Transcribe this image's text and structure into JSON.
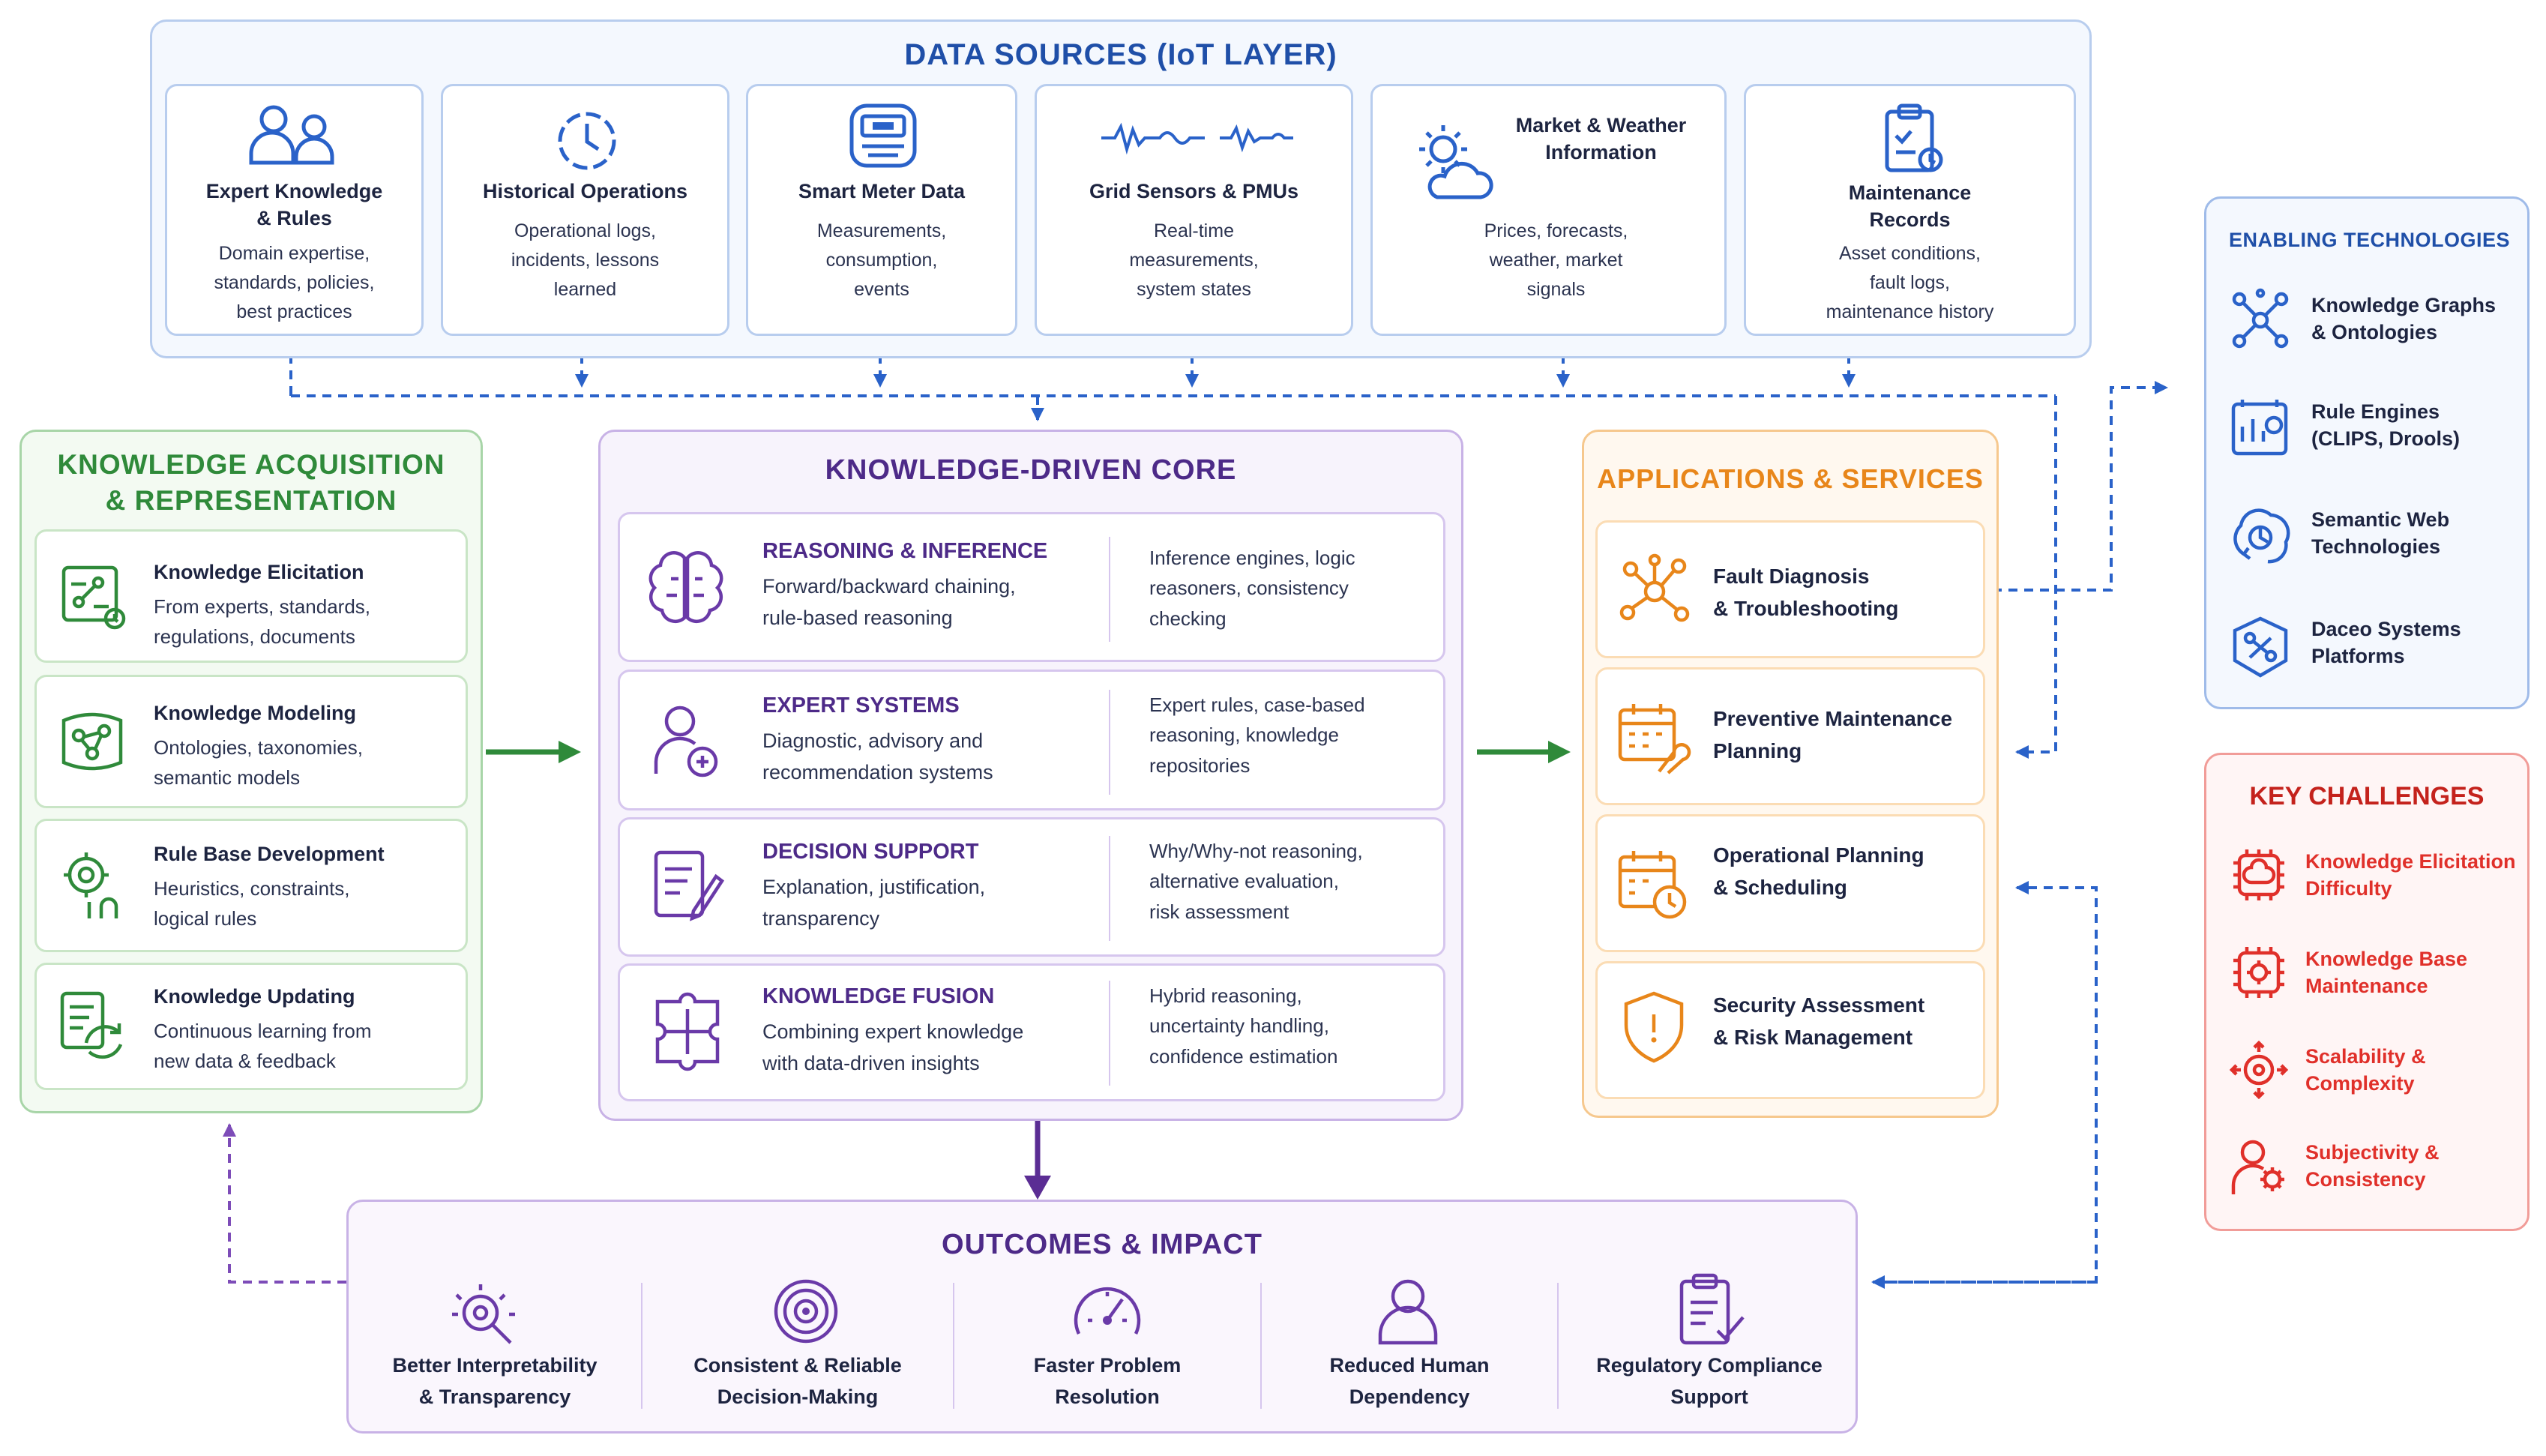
{
  "colors": {
    "blue": "#2a62c9",
    "blue_text": "#1f4fa8",
    "green": "#2f8a3a",
    "purple": "#6a3aa8",
    "orange": "#e8861a",
    "red": "#e0302a",
    "navy": "#1d2440"
  },
  "data_sources": {
    "title": "DATA SOURCES (IoT LAYER)",
    "items": [
      {
        "icon": "users-icon",
        "title": "Expert Knowledge\n& Rules",
        "desc": "Domain expertise,\nstandards, policies,\nbest practices"
      },
      {
        "icon": "clock-history-icon",
        "title": "Historical Operations",
        "desc": "Operational logs,\nincidents, lessons\nlearned"
      },
      {
        "icon": "smart-meter-icon",
        "title": "Smart Meter Data",
        "desc": "Measurements,\nconsumption,\nevents"
      },
      {
        "icon": "waveform-icon",
        "title": "Grid Sensors & PMUs",
        "desc": "Real-time\nmeasurements,\nsystem states"
      },
      {
        "icon": "sun-cloud-icon",
        "title": "Market & Weather\nInformation",
        "desc": "Prices, forecasts,\nweather, market\nsignals"
      },
      {
        "icon": "clipboard-icon",
        "title": "Maintenance\nRecords",
        "desc": "Asset conditions,\nfault logs,\nmaintenance history"
      }
    ]
  },
  "knowledge_acquisition": {
    "title": "KNOWLEDGE ACQUISITION\n& REPRESENTATION",
    "items": [
      {
        "icon": "elicitation-icon",
        "title": "Knowledge Elicitation",
        "desc": "From experts, standards,\nregulations, documents"
      },
      {
        "icon": "modeling-icon",
        "title": "Knowledge Modeling",
        "desc": "Ontologies, taxonomies,\nsemantic models"
      },
      {
        "icon": "rule-base-icon",
        "title": "Rule Base Development",
        "desc": "Heuristics, constraints,\nlogical rules"
      },
      {
        "icon": "updating-icon",
        "title": "Knowledge Updating",
        "desc": "Continuous learning from\nnew data & feedback"
      }
    ]
  },
  "core": {
    "title": "KNOWLEDGE-DRIVEN CORE",
    "items": [
      {
        "icon": "brain-icon",
        "title": "REASONING & INFERENCE",
        "desc": "Forward/backward chaining,\nrule-based reasoning",
        "detail": "Inference engines, logic\nreasoners, consistency\nchecking"
      },
      {
        "icon": "expert-user-icon",
        "title": "EXPERT SYSTEMS",
        "desc": "Diagnostic, advisory and\nrecommendation systems",
        "detail": "Expert rules, case-based\nreasoning, knowledge\nrepositories"
      },
      {
        "icon": "document-pen-icon",
        "title": "DECISION SUPPORT",
        "desc": "Explanation, justification,\ntransparency",
        "detail": "Why/Why-not reasoning,\nalternative evaluation,\nrisk assessment"
      },
      {
        "icon": "puzzle-icon",
        "title": "KNOWLEDGE FUSION",
        "desc": "Combining expert knowledge\nwith data-driven insights",
        "detail": "Hybrid reasoning,\nuncertainty handling,\nconfidence estimation"
      }
    ]
  },
  "applications": {
    "title": "APPLICATIONS & SERVICES",
    "items": [
      {
        "icon": "network-icon",
        "title": "Fault Diagnosis\n& Troubleshooting"
      },
      {
        "icon": "calendar-tools-icon",
        "title": "Preventive Maintenance\nPlanning"
      },
      {
        "icon": "calendar-clock-icon",
        "title": "Operational Planning\n& Scheduling"
      },
      {
        "icon": "shield-icon",
        "title": "Security Assessment\n& Risk Management"
      }
    ]
  },
  "enabling": {
    "title": "ENABLING TECHNOLOGIES",
    "items": [
      {
        "icon": "graph-icon",
        "label": "Knowledge Graphs\n& Ontologies"
      },
      {
        "icon": "rule-engine-icon",
        "label": "Rule Engines\n(CLIPS, Drools)"
      },
      {
        "icon": "semantic-web-icon",
        "label": "Semantic Web\nTechnologies"
      },
      {
        "icon": "platform-icon",
        "label": "Daceo Systems\nPlatforms"
      }
    ]
  },
  "challenges": {
    "title": "KEY CHALLENGES",
    "items": [
      {
        "icon": "chip-brain-icon",
        "label": "Knowledge Elicitation\nDifficulty"
      },
      {
        "icon": "chip-gear-icon",
        "label": "Knowledge Base\nMaintenance"
      },
      {
        "icon": "scalability-icon",
        "label": "Scalability &\nComplexity"
      },
      {
        "icon": "subjectivity-icon",
        "label": "Subjectivity &\nConsistency"
      }
    ]
  },
  "outcomes": {
    "title": "OUTCOMES & IMPACT",
    "items": [
      {
        "icon": "magnifier-icon",
        "label": "Better Interpretability\n& Transparency"
      },
      {
        "icon": "target-icon",
        "label": "Consistent & Reliable\nDecision-Making"
      },
      {
        "icon": "speedometer-icon",
        "label": "Faster Problem\nResolution"
      },
      {
        "icon": "person-icon",
        "label": "Reduced Human\nDependency"
      },
      {
        "icon": "compliance-icon",
        "label": "Regulatory Compliance\nSupport"
      }
    ]
  }
}
